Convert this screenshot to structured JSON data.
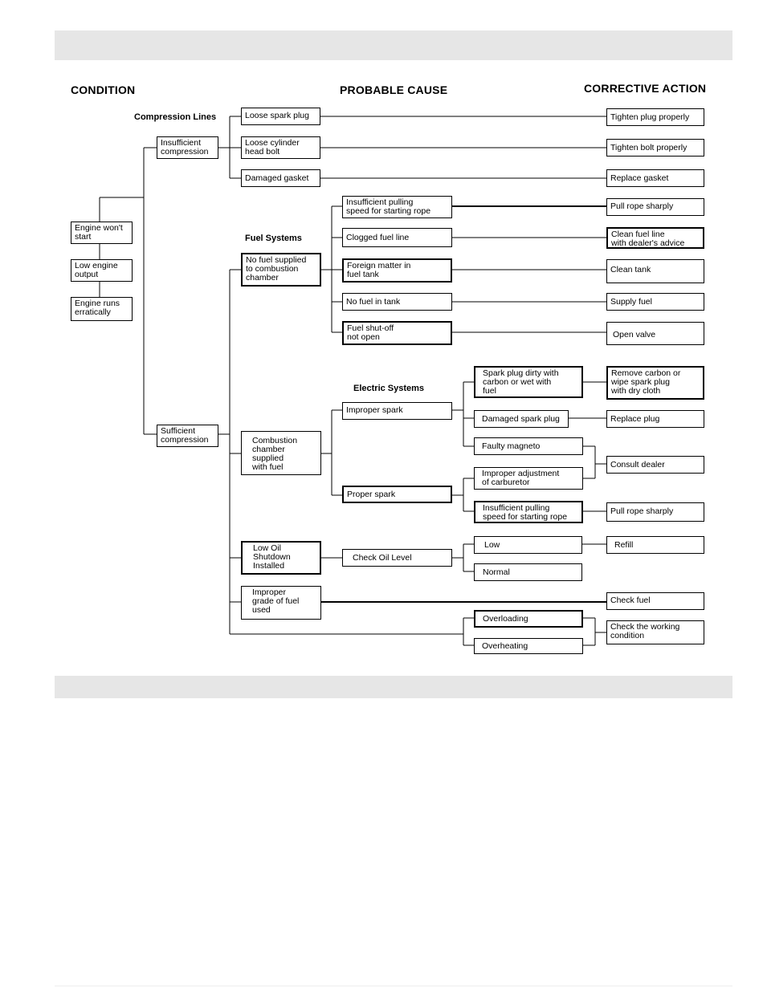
{
  "headers": {
    "condition": "CONDITION",
    "probable_cause": "PROBABLE CAUSE",
    "corrective_action": "CORRECTIVE ACTION"
  },
  "sections": {
    "compression_lines": "Compression Lines",
    "fuel_systems": "Fuel Systems",
    "electric_systems": "Electric Systems"
  },
  "conditions": {
    "engine_wont_start": "Engine won't\nstart",
    "low_engine_output": "Low engine\noutput",
    "engine_runs_erratically": "Engine runs\nerratically"
  },
  "compression": {
    "insufficient": "Insufficient\ncompression",
    "sufficient": "Sufficient\ncompression"
  },
  "causes": {
    "loose_spark_plug": "Loose spark plug",
    "loose_cylinder_head_bolt": "Loose cylinder\nhead bolt",
    "damaged_gasket": "Damaged gasket",
    "no_fuel_supplied": "No fuel supplied\nto combustion\nchamber",
    "insufficient_pulling_speed_1": "Insufficient pulling\nspeed for starting rope",
    "clogged_fuel_line": "Clogged fuel line",
    "foreign_matter": "Foreign matter in\nfuel tank",
    "no_fuel_in_tank": "No fuel in tank",
    "fuel_shutoff": "Fuel shut-off\nnot open",
    "combustion_chamber_supplied": "Combustion\nchamber\nsupplied\nwith fuel",
    "improper_spark": "Improper spark",
    "proper_spark": "Proper spark",
    "spark_plug_dirty": "Spark plug dirty with\ncarbon or wet with\nfuel",
    "damaged_spark_plug": "Damaged spark plug",
    "faulty_magneto": "Faulty magneto",
    "improper_adjustment": "Improper adjustment\nof carburetor",
    "insufficient_pulling_speed_2": "Insufficient pulling\nspeed for starting rope",
    "low_oil_shutdown": "Low Oil\nShutdown\nInstalled",
    "check_oil_level": "Check Oil Level",
    "oil_low": "Low",
    "oil_normal": "Normal",
    "improper_grade_fuel": "Improper\ngrade of fuel\nused",
    "overloading": "Overloading",
    "overheating": "Overheating"
  },
  "actions": {
    "tighten_plug": "Tighten plug properly",
    "tighten_bolt": "Tighten bolt properly",
    "replace_gasket": "Replace gasket",
    "pull_rope_1": "Pull rope sharply",
    "clean_fuel_line": "Clean fuel line\nwith dealer's advice",
    "clean_tank": "Clean tank",
    "supply_fuel": "Supply fuel",
    "open_valve": "Open valve",
    "remove_carbon": "Remove carbon or\nwipe spark plug\nwith dry cloth",
    "replace_plug": "Replace plug",
    "consult_dealer": "Consult dealer",
    "pull_rope_2": "Pull rope sharply",
    "refill": "Refill",
    "check_fuel": "Check fuel",
    "check_working_condition": "Check the working\ncondition"
  }
}
